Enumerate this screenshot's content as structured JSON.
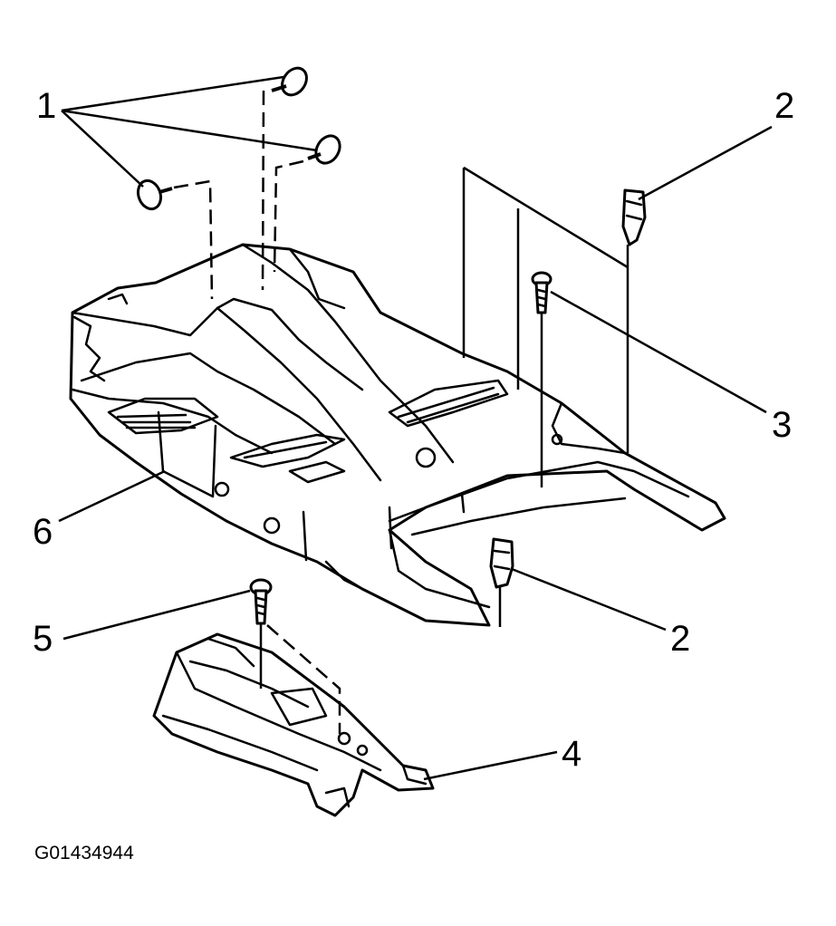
{
  "diagram": {
    "callouts": [
      {
        "id": "c1",
        "text": "1"
      },
      {
        "id": "c2a",
        "text": "2"
      },
      {
        "id": "c3",
        "text": "3"
      },
      {
        "id": "c2b",
        "text": "2"
      },
      {
        "id": "c6",
        "text": "6"
      },
      {
        "id": "c5",
        "text": "5"
      },
      {
        "id": "c4",
        "text": "4"
      }
    ],
    "figure_id": "G01434944"
  }
}
